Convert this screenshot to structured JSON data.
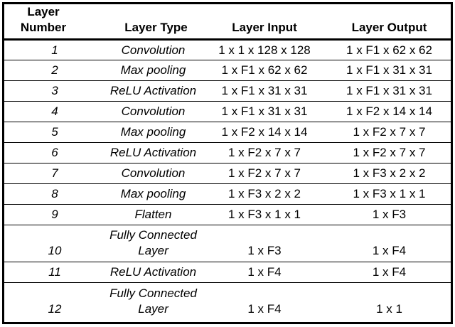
{
  "table": {
    "headers": {
      "layer_number": "Layer Number",
      "layer_type": "Layer Type",
      "layer_input": "Layer Input",
      "layer_output": "Layer Output"
    },
    "rows": [
      {
        "number": "1",
        "type": "Convolution",
        "input": "1 x 1 x 128 x 128",
        "output": "1 x F1 x 62 x 62"
      },
      {
        "number": "2",
        "type": "Max pooling",
        "input": "1 x F1 x 62 x 62",
        "output": "1 x F1 x 31 x 31"
      },
      {
        "number": "3",
        "type": "ReLU Activation",
        "input": "1 x F1 x 31 x 31",
        "output": "1 x F1 x 31 x 31"
      },
      {
        "number": "4",
        "type": "Convolution",
        "input": "1 x F1 x 31 x 31",
        "output": "1 x F2 x 14 x 14"
      },
      {
        "number": "5",
        "type": "Max pooling",
        "input": "1 x F2 x 14 x 14",
        "output": "1 x F2 x 7 x 7"
      },
      {
        "number": "6",
        "type": "ReLU Activation",
        "input": "1 x F2 x 7 x 7",
        "output": "1 x F2 x 7 x 7"
      },
      {
        "number": "7",
        "type": "Convolution",
        "input": "1 x F2 x 7 x 7",
        "output": "1 x F3 x 2 x 2"
      },
      {
        "number": "8",
        "type": "Max pooling",
        "input": "1 x F3 x 2 x 2",
        "output": "1 x F3 x 1 x 1"
      },
      {
        "number": "9",
        "type": "Flatten",
        "input": "1 x F3 x 1 x 1",
        "output": "1 x F3"
      },
      {
        "number": "10",
        "type": "Fully Connected Layer",
        "input": "1 x F3",
        "output": "1 x F4"
      },
      {
        "number": "11",
        "type": "ReLU Activation",
        "input": "1 x F4",
        "output": "1 x F4"
      },
      {
        "number": "12",
        "type": "Fully Connected Layer",
        "input": "1 x F4",
        "output": "1 x 1"
      }
    ]
  }
}
